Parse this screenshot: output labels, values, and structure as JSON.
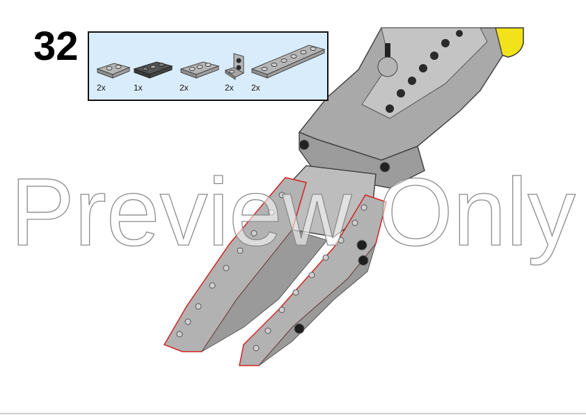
{
  "step": {
    "number": "32"
  },
  "parts": [
    {
      "qty": "2x",
      "icon": "plate-1x2-icon"
    },
    {
      "qty": "1x",
      "icon": "plate-1x3-jumper-icon"
    },
    {
      "qty": "2x",
      "icon": "plate-1x3-icon"
    },
    {
      "qty": "2x",
      "icon": "bracket-1x1-icon"
    },
    {
      "qty": "2x",
      "icon": "plate-1x6-icon"
    }
  ],
  "watermark": {
    "text": "Preview Only"
  },
  "colors": {
    "parts_panel_bg": "#d9ecfb",
    "brick_light_gray": "#a9a9a9",
    "brick_dark": "#333333",
    "highlight_red": "#d42020",
    "accent_yellow": "#f2e21a"
  }
}
